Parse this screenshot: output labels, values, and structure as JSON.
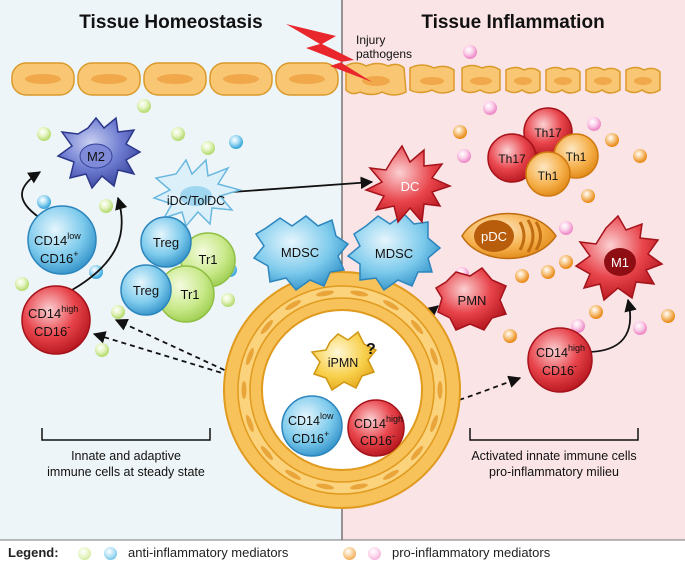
{
  "titles": {
    "left": "Tissue Homeostasis",
    "right": "Tissue Inflammation"
  },
  "injury": {
    "line1": "Injury",
    "line2": "pathogens"
  },
  "cells": {
    "m2": "M2",
    "idc": "iDC/TolDC",
    "dc": "DC",
    "treg1": "Treg",
    "treg2": "Treg",
    "tr1a": "Tr1",
    "tr1b": "Tr1",
    "mdsc_left": "MDSC",
    "mdsc_right": "MDSC",
    "th17a": "Th17",
    "th17b": "Th17",
    "th1a": "Th1",
    "th1b": "Th1",
    "pdc": "pDC",
    "m1": "M1",
    "pmn": "PMN",
    "ipmn": "iPMN",
    "question": "?",
    "cd14low_cd16plus": {
      "main1": "CD14",
      "sup1": "low",
      "main2": "CD16",
      "sup2": "+"
    },
    "cd14high_cd16minus": {
      "main1": "CD14",
      "sup1": "high",
      "main2": "CD16",
      "sup2": "-"
    }
  },
  "captions": {
    "left_line1": "Innate and adaptive",
    "left_line2": "immune cells at steady state",
    "right_line1": "Activated innate immune cells",
    "right_line2": "pro-inflammatory milieu"
  },
  "legend": {
    "label": "Legend:",
    "anti": "anti-inflammatory mediators",
    "pro": "pro-inflammatory mediators"
  },
  "colors": {
    "homeostasis_bg": "#eef5f8",
    "inflammation_bg": "#fbe4e6",
    "anti_green": "#d6eea0",
    "anti_blue": "#6cc6ea",
    "pro_orange": "#f4a23a",
    "pro_pink": "#f5a9d6",
    "red_cell": "#d8232a",
    "blue_cell": "#4aa8dc",
    "m2_purple": "#4f5fb0",
    "marrow_yellow": "#f7c25a"
  }
}
